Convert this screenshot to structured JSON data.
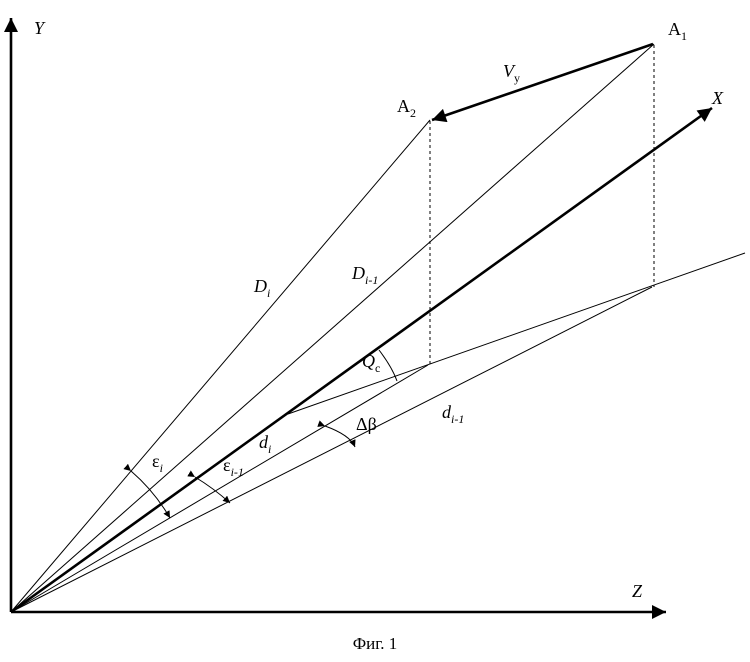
{
  "axes": {
    "y": "Y",
    "z": "Z",
    "x": "X"
  },
  "points": {
    "a1": "A",
    "a1_sub": "1",
    "a2": "A",
    "a2_sub": "2"
  },
  "labels": {
    "velocity": "V",
    "velocity_sub": "y",
    "slant_i": "D",
    "slant_i_sub": "i",
    "slant_prev": "D",
    "slant_prev_sub": "i-1",
    "ground_i": "d",
    "ground_i_sub": "i",
    "ground_prev": "d",
    "ground_prev_sub": "i-1",
    "course_angle": "Q",
    "course_angle_sub": "c",
    "bearing_delta": "Δβ",
    "elev_i": "ε",
    "elev_i_sub": "i",
    "elev_prev": "ε",
    "elev_prev_sub": "i-1"
  },
  "caption": "Фиг. 1"
}
